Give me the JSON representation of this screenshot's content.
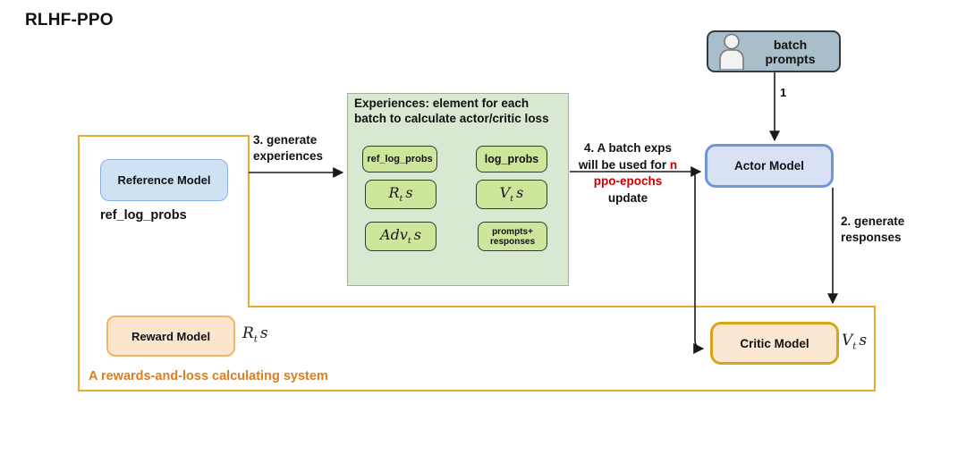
{
  "title": "RLHF-PPO",
  "colors": {
    "system_border": "#E8AC28",
    "system_caption": "#DC7E1F",
    "highlight_red": "#CC0000",
    "actor_fill": "#D8E2F4",
    "actor_border": "#7096D8",
    "critic_fill": "#FCE8D2",
    "critic_border": "#D9A516",
    "reference_fill": "#CFE2F3",
    "reward_fill": "#FCE5CD",
    "batch_fill": "#A9BECB",
    "experiences_fill": "#D8E8D2",
    "chip_fill": "#CEE59C"
  },
  "nodes": {
    "batch_prompts": {
      "label": "batch\nprompts"
    },
    "actor": {
      "label": "Actor Model"
    },
    "critic": {
      "label": "Critic Model"
    },
    "reference": {
      "label": "Reference Model"
    },
    "reward": {
      "label": "Reward Model"
    }
  },
  "experiences": {
    "header": "Experiences: element for each\nbatch to calculate actor/critic loss",
    "items": {
      "ref_log_probs": "ref_log_probs",
      "log_probs": "log_probs",
      "prompts_responses": "prompts+\nresponses"
    },
    "math": {
      "R": {
        "base": "R",
        "sub": "t",
        "tail": "s"
      },
      "V": {
        "base": "V",
        "sub": "t",
        "tail": "s"
      },
      "Adv": {
        "base": "Adv",
        "sub": "t",
        "tail": "s"
      }
    }
  },
  "outputs": {
    "reference_out": "ref_log_probs",
    "reward_out": {
      "base": "R",
      "sub": "t",
      "tail": "s"
    },
    "critic_out": {
      "base": "V",
      "sub": "t",
      "tail": "s"
    }
  },
  "edges": {
    "e1": {
      "label": "1"
    },
    "e2": {
      "label": "2. generate\nresponses"
    },
    "e3": {
      "label": "3. generate\nexperiences"
    },
    "e4": {
      "line1": "4. A batch exps",
      "line2_black": "will be used for ",
      "line2_red": "n",
      "line3_red": "ppo-epochs",
      "line4": "update"
    }
  },
  "system": {
    "caption": "A rewards-and-loss calculating system"
  }
}
